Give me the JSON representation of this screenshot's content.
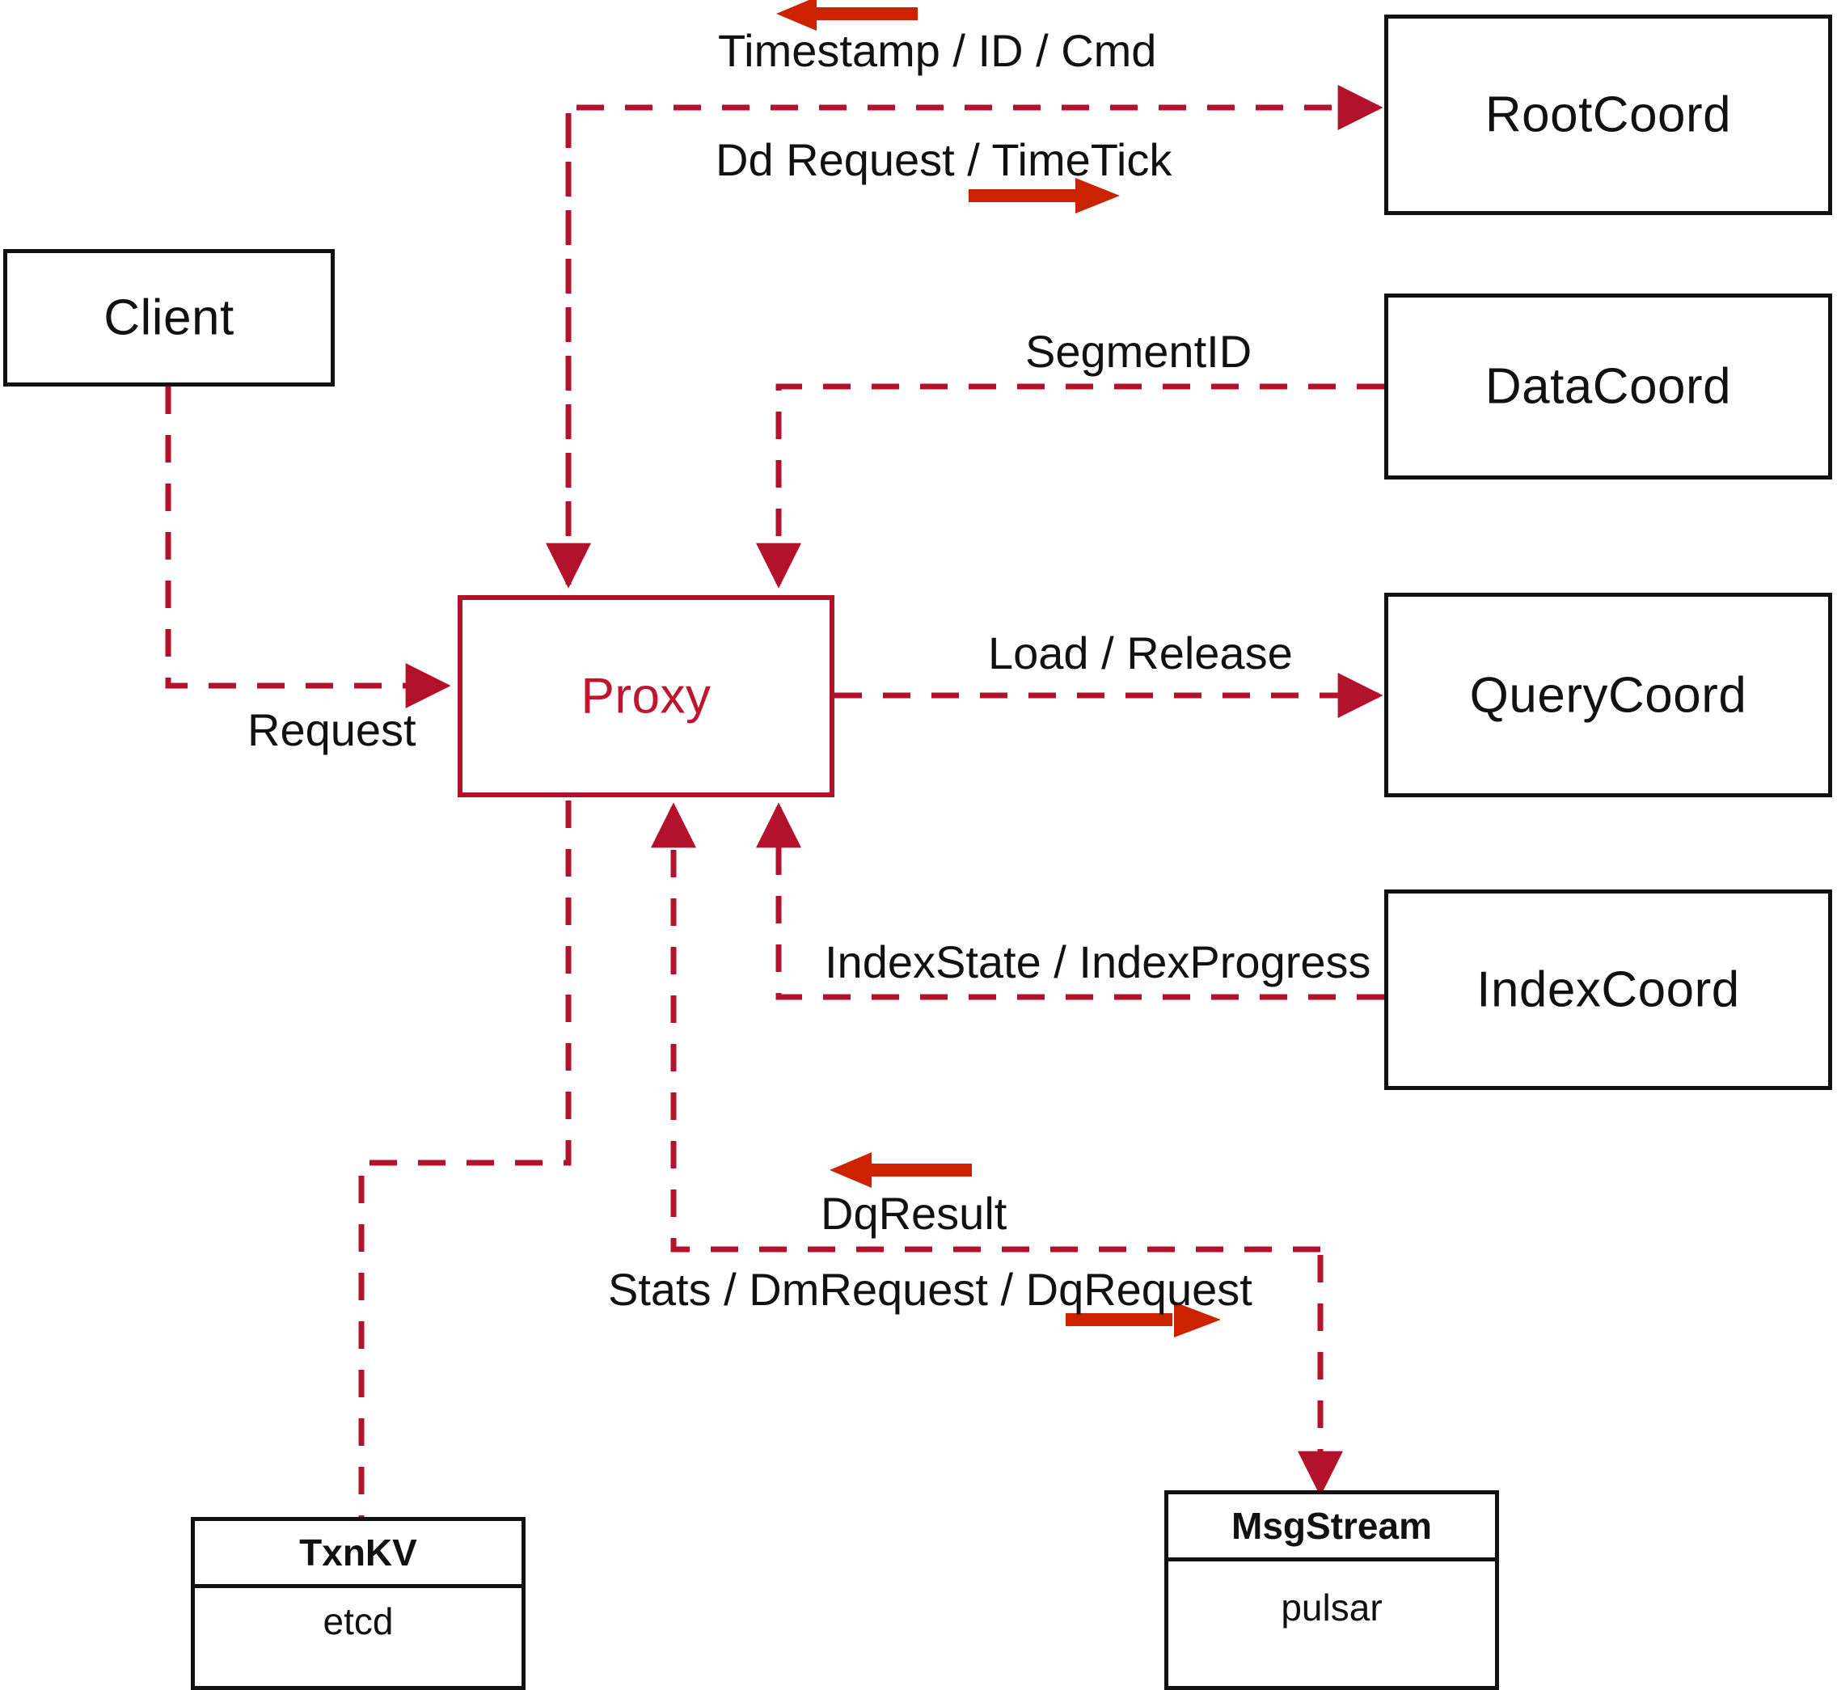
{
  "diagram": {
    "title": "Milvus Proxy interaction diagram",
    "accent_red": "#b3122c",
    "arrow_red": "#cc2200",
    "node_black": "#111111"
  },
  "nodes": {
    "client": {
      "label": "Client"
    },
    "proxy": {
      "label": "Proxy"
    },
    "root_coord": {
      "label": "RootCoord"
    },
    "data_coord": {
      "label": "DataCoord"
    },
    "query_coord": {
      "label": "QueryCoord"
    },
    "index_coord": {
      "label": "IndexCoord"
    },
    "txnkv": {
      "header": "TxnKV",
      "body": "etcd"
    },
    "msgstream": {
      "header": "MsgStream",
      "body": "pulsar"
    }
  },
  "edge_labels": {
    "timestamp_id_cmd": "Timestamp / ID / Cmd",
    "dd_request_timetick": "Dd Request / TimeTick",
    "segment_id": "SegmentID",
    "request": "Request",
    "load_release": "Load / Release",
    "index_state_progress": "IndexState / IndexProgress",
    "dq_result": "DqResult",
    "stats_dm_dq_request": "Stats / DmRequest / DqRequest"
  },
  "direction_arrows": [
    {
      "name": "timestamp-direction-arrow",
      "points": "left"
    },
    {
      "name": "ddrequest-direction-arrow",
      "points": "right"
    },
    {
      "name": "dqresult-direction-arrow",
      "points": "left"
    },
    {
      "name": "stats-direction-arrow",
      "points": "right"
    }
  ]
}
